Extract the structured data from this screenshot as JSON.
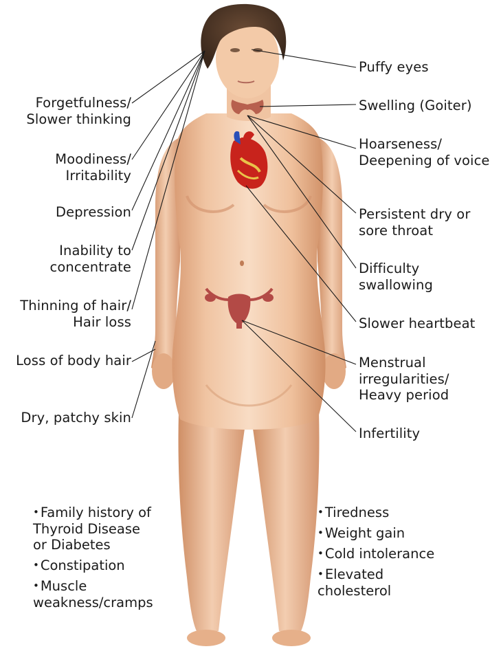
{
  "colors": {
    "skin_light": "#f6d3b6",
    "skin_mid": "#e8ac82",
    "skin_shadow": "#c98a62",
    "hair": "#4a3526",
    "heart_red": "#c8231c",
    "heart_blue": "#2a50b8",
    "heart_yellow": "#e9c34a",
    "thyroid": "#b7604e",
    "uterus": "#b34a46",
    "leader_line": "#1a1a1a"
  },
  "labels_left": [
    {
      "id": "forgetfulness",
      "text": "Forgetfulness/\nSlower thinking"
    },
    {
      "id": "moodiness",
      "text": "Moodiness/\nIrritability"
    },
    {
      "id": "depression",
      "text": "Depression"
    },
    {
      "id": "concentrate",
      "text": "Inability to\nconcentrate"
    },
    {
      "id": "hair-loss",
      "text": "Thinning of hair/\nHair loss"
    },
    {
      "id": "body-hair",
      "text": "Loss of body hair"
    },
    {
      "id": "skin",
      "text": "Dry, patchy skin"
    }
  ],
  "labels_right": [
    {
      "id": "puffy-eyes",
      "text": "Puffy eyes"
    },
    {
      "id": "goiter",
      "text": "Swelling (Goiter)"
    },
    {
      "id": "hoarseness",
      "text": "Hoarseness/\nDeepening of voice"
    },
    {
      "id": "sore-throat",
      "text": "Persistent dry or\nsore throat"
    },
    {
      "id": "swallowing",
      "text": "Difficulty\nswallowing"
    },
    {
      "id": "heartbeat",
      "text": "Slower heartbeat"
    },
    {
      "id": "menstrual",
      "text": "Menstrual\nirregularities/\nHeavy period"
    },
    {
      "id": "infertility",
      "text": "Infertility"
    }
  ],
  "list_left": [
    "Family history of\nThyroid Disease\nor Diabetes",
    "Constipation",
    "Muscle\nweakness/cramps"
  ],
  "list_right": [
    "Tiredness",
    "Weight gain",
    "Cold intolerance",
    "Elevated\ncholesterol"
  ],
  "bullet_glyph": "•"
}
